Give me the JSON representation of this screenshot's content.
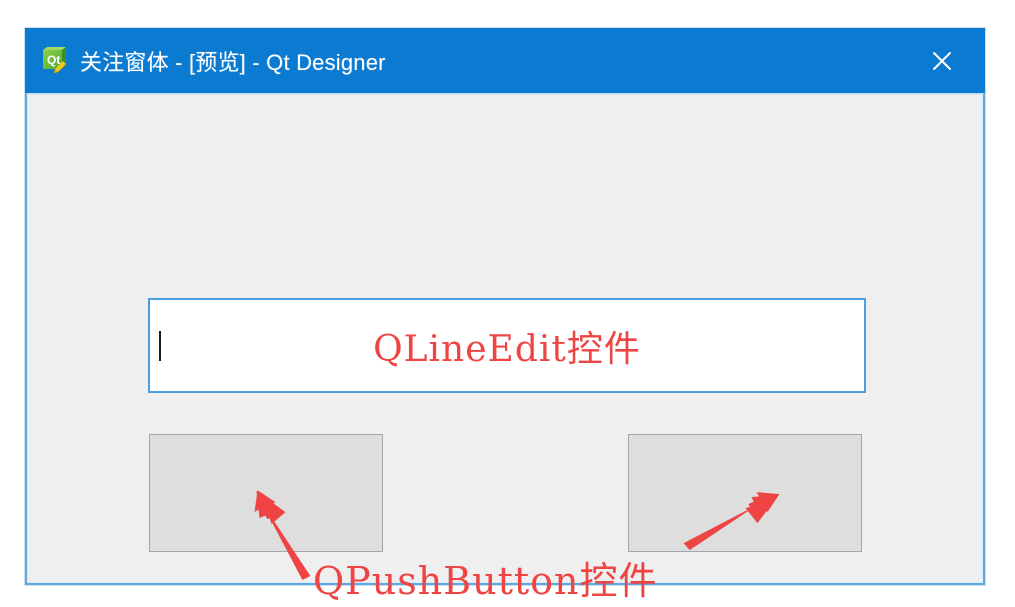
{
  "window": {
    "title": "关注窗体 - [预览] - Qt Designer",
    "app_icon": "qt-designer-icon",
    "icon_label": "Qt",
    "close_label": "×",
    "titlebar_color": "#0b7ad1",
    "client_color": "#efefef"
  },
  "form": {
    "line_edit": {
      "value": "",
      "placeholder": "",
      "focused": true,
      "border_color": "#4a9fe0",
      "background": "#ffffff"
    },
    "buttons": [
      {
        "label": "",
        "name": "push-button-left"
      },
      {
        "label": "",
        "name": "push-button-right"
      }
    ],
    "button_fill": "#dedede",
    "button_border": "#a6a6a6"
  },
  "annotations": {
    "color": "#ef4444",
    "line_edit_label": "QLineEdit控件",
    "push_button_label": "QPushButton控件",
    "arrows": [
      {
        "name": "arrow-to-left-button",
        "direction": "up-left"
      },
      {
        "name": "arrow-to-right-button",
        "direction": "up-right"
      }
    ]
  }
}
